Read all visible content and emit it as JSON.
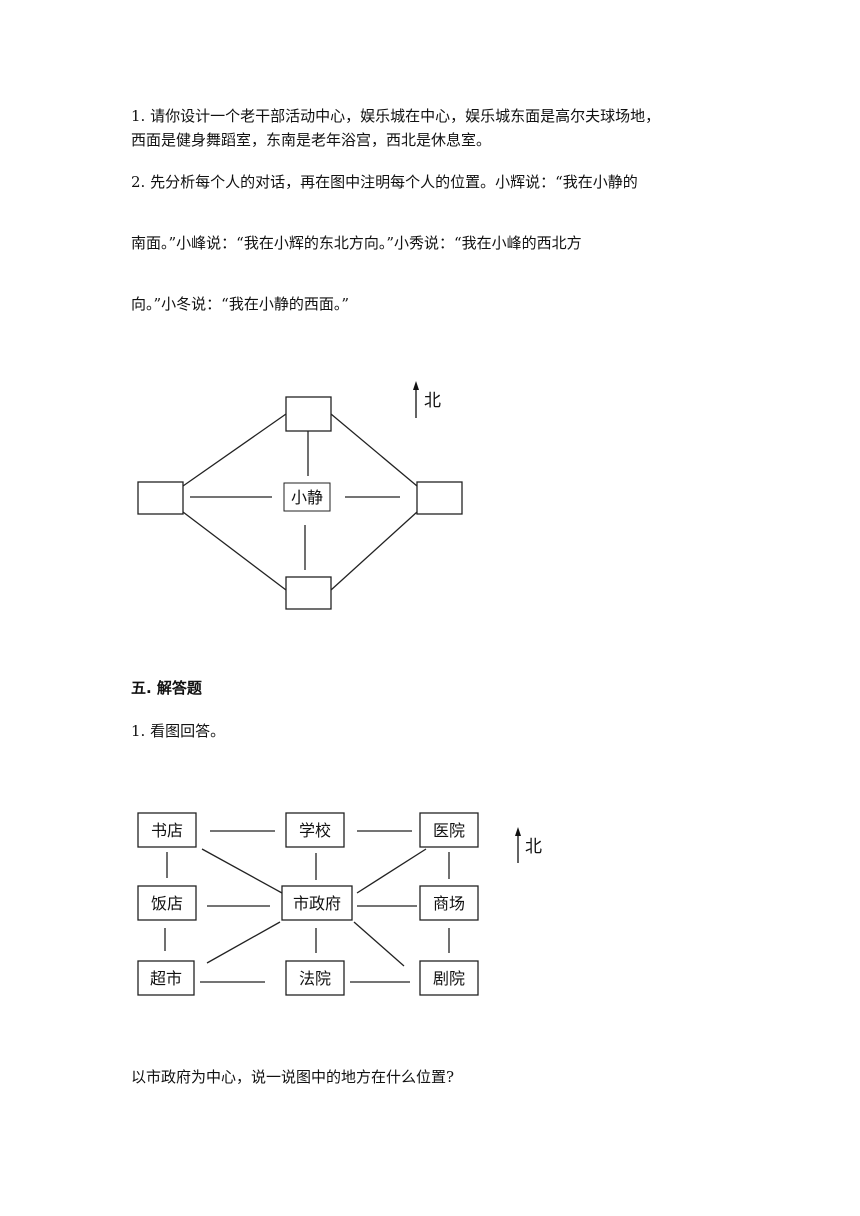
{
  "q1": {
    "line1": "1. 请你设计一个老干部活动中心，娱乐城在中心，娱乐城东面是高尔夫球场地，",
    "line2": "西面是健身舞蹈室，东南是老年浴宫，西北是休息室。"
  },
  "q2": {
    "line1": "2. 先分析每个人的对话，再在图中注明每个人的位置。小辉说：“我在小静的",
    "line2": "南面。”小峰说：“我在小辉的东北方向。”小秀说：“我在小峰的西北方",
    "line3": "向。”小冬说：“我在小静的西面。”"
  },
  "diagram1": {
    "center_label": "小静",
    "north_label": "北"
  },
  "section5": {
    "title": "五. 解答题",
    "q1_label": "1. 看图回答。"
  },
  "diagram2": {
    "north_label": "北",
    "boxes": {
      "bookstore": "书店",
      "school": "学校",
      "hospital": "医院",
      "restaurant": "饭店",
      "city_hall": "市政府",
      "mall": "商场",
      "supermarket": "超市",
      "court": "法院",
      "theater": "剧院"
    }
  },
  "question_final": "以市政府为中心，说一说图中的地方在什么位置?"
}
